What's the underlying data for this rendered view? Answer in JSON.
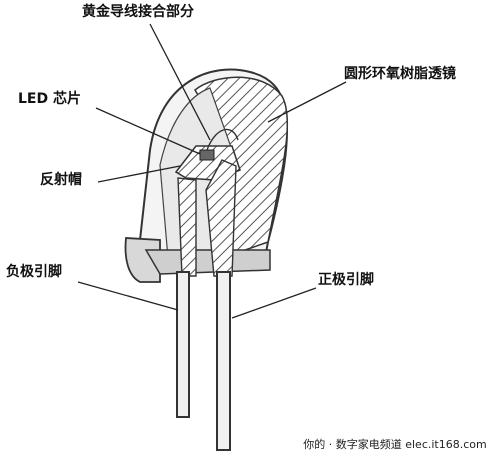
{
  "labels": {
    "top_joint": "黄金导线接合部分",
    "led_chip": "LED 芯片",
    "epoxy_lens": "圆形环氧树脂透镜",
    "reflector_cup": "反射帽",
    "negative_lead": "负极引脚",
    "positive_lead": "正极引脚"
  },
  "watermark": "你的 · 数字家电频道 elec.it168.com"
}
